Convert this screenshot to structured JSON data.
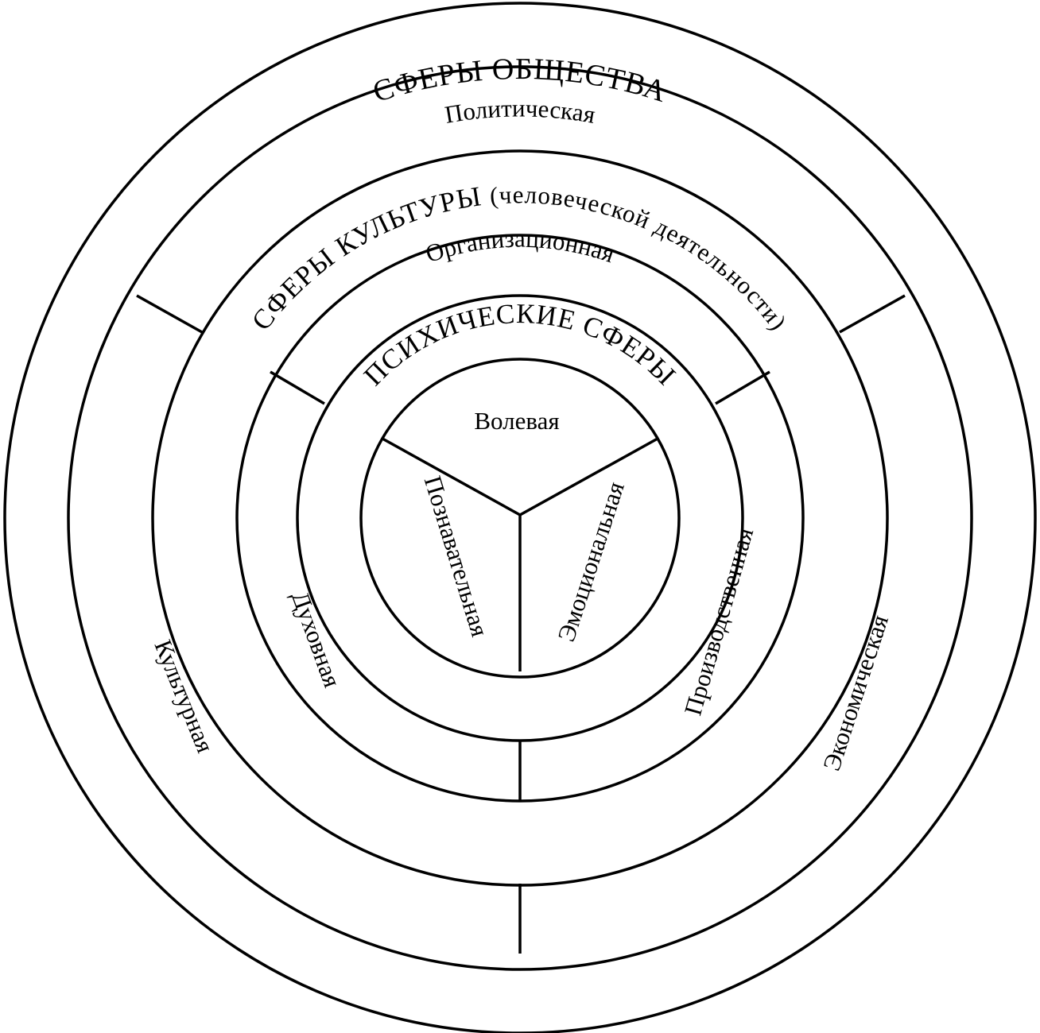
{
  "society": {
    "title": "СФЕРЫ ОБЩЕСТВА",
    "political": "Политическая",
    "cultural": "Культурная",
    "economic": "Экономическая"
  },
  "culture": {
    "title_main": "СФЕРЫ КУЛЬТУРЫ",
    "title_sub": "(человеческой деятельности)",
    "organizational": "Организационная",
    "spiritual": "Духовная",
    "productive": "Производственная"
  },
  "psyche": {
    "title": "ПСИХИЧЕСКИЕ СФЕРЫ",
    "volitional": "Волевая",
    "cognitive": "Познавательная",
    "emotional": "Эмоциональная"
  }
}
